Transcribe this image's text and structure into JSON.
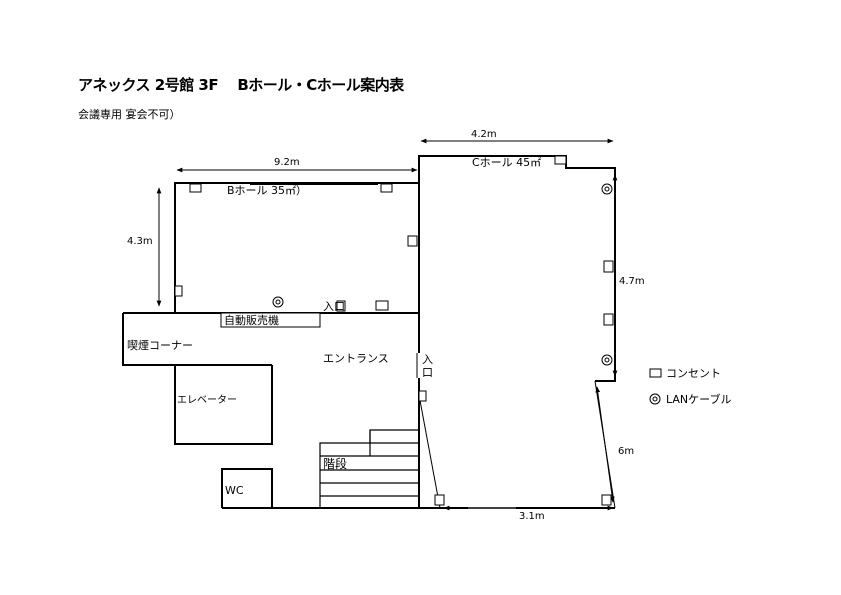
{
  "header": {
    "title": "アネックス 2号館 3F　 Bホール・Cホール案内表",
    "note": "会議専用 宴会不可）"
  },
  "rooms": {
    "b_hall": "Bホール 35㎡）",
    "c_hall": "Cホール 45㎡",
    "smoking_corner": "喫煙コーナー",
    "entrance": "エントランス",
    "elevator": "エレベーター",
    "stairs": "階段",
    "wc": "WC",
    "vending_machine": "自動販売機"
  },
  "labels": {
    "entry_b": "入口",
    "entry_c_top": "入",
    "entry_c_bottom": "口"
  },
  "dimensions": {
    "b_width": "9.2m",
    "b_depth": "4.3m",
    "c_width": "4.2m",
    "c_side": "4.7m",
    "c_diag": "6m",
    "c_bottom": "3.1m"
  },
  "legend": {
    "outlet_label": "コンセント",
    "lan_label": "LANケーブル"
  }
}
